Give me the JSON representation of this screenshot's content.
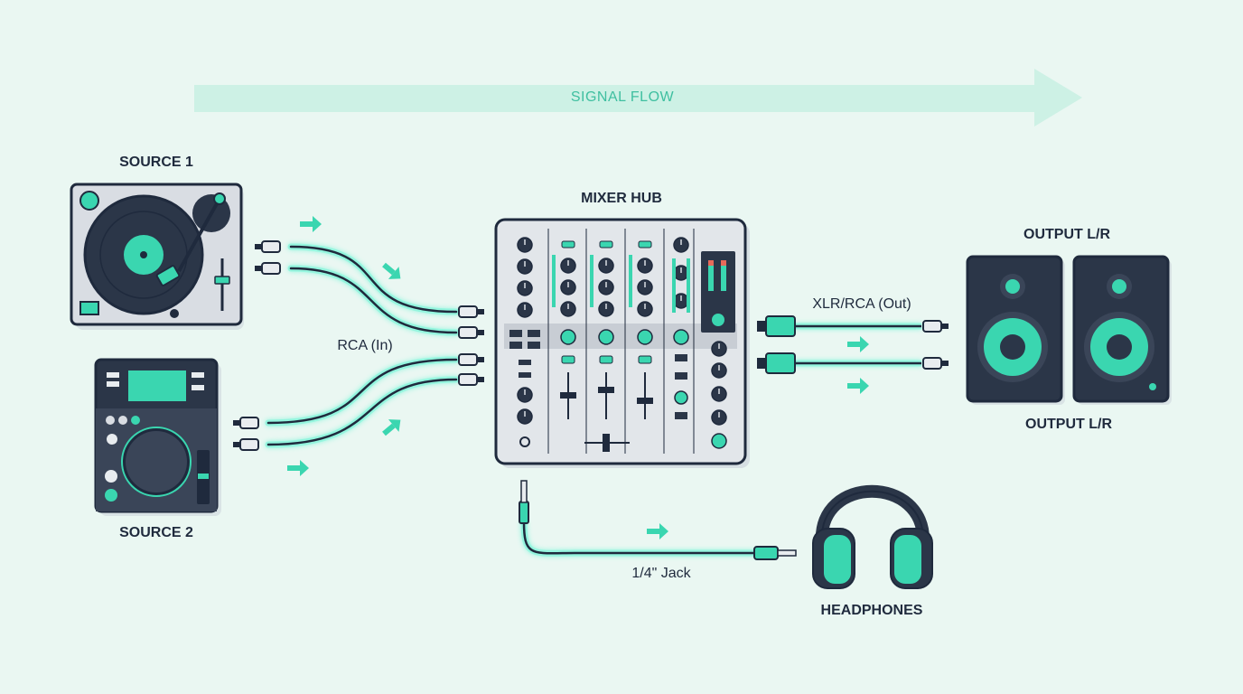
{
  "diagram": {
    "signal_flow_label": "SIGNAL FLOW",
    "source_1_label": "SOURCE 1",
    "source_2_label": "SOURCE 2",
    "mixer_label": "MIXER HUB",
    "output_top_label": "OUTPUT L/R",
    "output_bottom_label": "OUTPUT L/R",
    "headphones_label": "HEADPHONES",
    "rca_in_label": "RCA (In)",
    "xlr_out_label": "XLR/RCA (Out)",
    "jack_label": "1/4\" Jack"
  },
  "colors": {
    "background": "#eaf7f2",
    "device_dark": "#2b3648",
    "device_outline": "#1f2a3d",
    "panel_light": "#d9dde3",
    "accent_teal": "#3ad6b0",
    "cable_glow": "#6ff5d6",
    "flow_arrow": "#c4efe2"
  },
  "icons": {
    "turntable": "turntable-icon",
    "cdj": "cdj-player-icon",
    "mixer": "mixer-icon",
    "speakers": "speaker-icon",
    "headphones": "headphones-icon",
    "arrows": "arrow-right-icon"
  }
}
